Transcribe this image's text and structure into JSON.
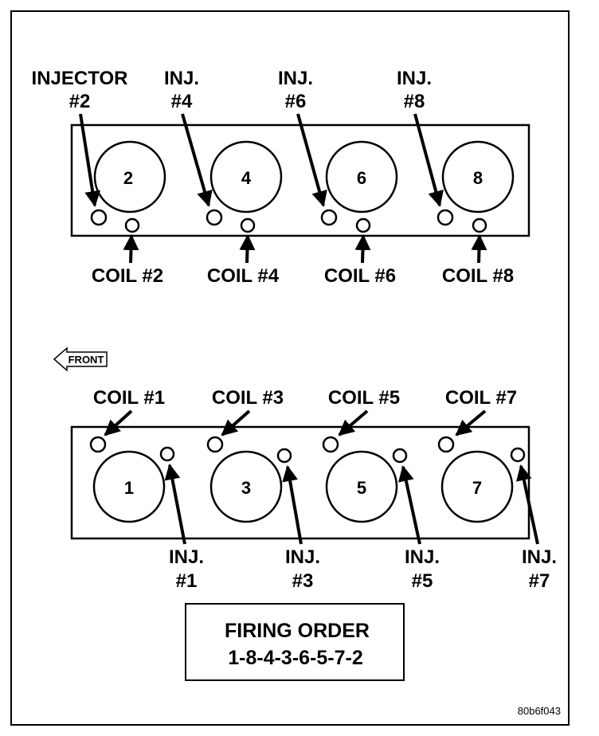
{
  "front_label": "FRONT",
  "figure_id": "80b6f043",
  "firing_order": {
    "title": "FIRING ORDER",
    "sequence": "1-8-4-3-6-5-7-2"
  },
  "top_bank": {
    "cylinders": [
      "2",
      "4",
      "6",
      "8"
    ],
    "injector_labels": [
      {
        "line1": "INJECTOR",
        "line2": "#2"
      },
      {
        "line1": "INJ.",
        "line2": "#4"
      },
      {
        "line1": "INJ.",
        "line2": "#6"
      },
      {
        "line1": "INJ.",
        "line2": "#8"
      }
    ],
    "coil_labels": [
      "COIL #2",
      "COIL #4",
      "COIL #6",
      "COIL #8"
    ]
  },
  "bottom_bank": {
    "cylinders": [
      "1",
      "3",
      "5",
      "7"
    ],
    "coil_labels": [
      "COIL #1",
      "COIL #3",
      "COIL #5",
      "COIL #7"
    ],
    "injector_labels": [
      {
        "line1": "INJ.",
        "line2": "#1"
      },
      {
        "line1": "INJ.",
        "line2": "#3"
      },
      {
        "line1": "INJ.",
        "line2": "#5"
      },
      {
        "line1": "INJ.",
        "line2": "#7"
      }
    ]
  }
}
